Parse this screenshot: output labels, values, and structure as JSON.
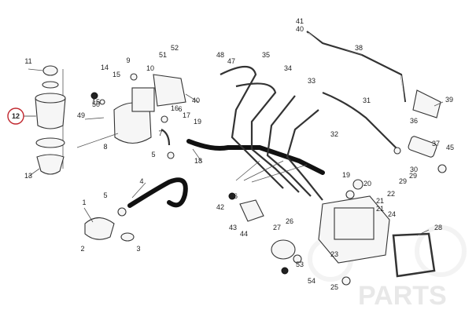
{
  "diagram": {
    "highlight_color": "#c0262d",
    "line_color": "#333333",
    "labels": [
      {
        "id": "12",
        "highlight": true
      },
      {
        "id": "11"
      },
      {
        "id": "13"
      },
      {
        "id": "1"
      },
      {
        "id": "2"
      },
      {
        "id": "3"
      },
      {
        "id": "4"
      },
      {
        "id": "5a",
        "text": "5"
      },
      {
        "id": "5b",
        "text": "5"
      },
      {
        "id": "6"
      },
      {
        "id": "7"
      },
      {
        "id": "8"
      },
      {
        "id": "9"
      },
      {
        "id": "10"
      },
      {
        "id": "14"
      },
      {
        "id": "15a",
        "text": "15"
      },
      {
        "id": "15b",
        "text": "15"
      },
      {
        "id": "16"
      },
      {
        "id": "17"
      },
      {
        "id": "18"
      },
      {
        "id": "19a",
        "text": "19"
      },
      {
        "id": "19b",
        "text": "19"
      },
      {
        "id": "20"
      },
      {
        "id": "21a",
        "text": "21"
      },
      {
        "id": "21b",
        "text": "21"
      },
      {
        "id": "22"
      },
      {
        "id": "23"
      },
      {
        "id": "24"
      },
      {
        "id": "25"
      },
      {
        "id": "26"
      },
      {
        "id": "27"
      },
      {
        "id": "28"
      },
      {
        "id": "29a",
        "text": "29"
      },
      {
        "id": "29b",
        "text": "29"
      },
      {
        "id": "30"
      },
      {
        "id": "31"
      },
      {
        "id": "32"
      },
      {
        "id": "33"
      },
      {
        "id": "34"
      },
      {
        "id": "35"
      },
      {
        "id": "36"
      },
      {
        "id": "37"
      },
      {
        "id": "38"
      },
      {
        "id": "39"
      },
      {
        "id": "40a",
        "text": "40"
      },
      {
        "id": "40b",
        "text": "40"
      },
      {
        "id": "41"
      },
      {
        "id": "42"
      },
      {
        "id": "43"
      },
      {
        "id": "44"
      },
      {
        "id": "45"
      },
      {
        "id": "46"
      },
      {
        "id": "47"
      },
      {
        "id": "48"
      },
      {
        "id": "49"
      },
      {
        "id": "50"
      },
      {
        "id": "51"
      },
      {
        "id": "52"
      },
      {
        "id": "53"
      },
      {
        "id": "54"
      }
    ],
    "watermark_text": "PARTS"
  }
}
